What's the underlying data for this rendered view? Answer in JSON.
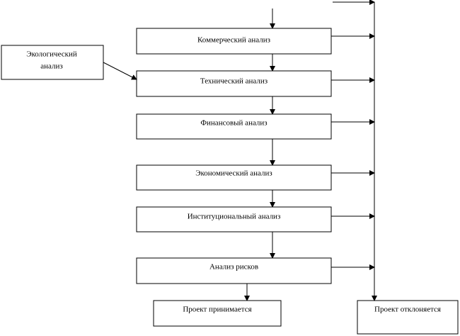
{
  "diagram": {
    "stages": [
      "Коммерческий анализ",
      "Технический анализ",
      "Финансовый анализ",
      "Экономический анализ",
      "Институциональный анализ",
      "Анализ рисков"
    ],
    "side_input": {
      "line1": "Экологический",
      "line2": "анализ"
    },
    "outcomes": {
      "accepted": "Проект принимается",
      "rejected": "Проект отклоняется"
    }
  }
}
